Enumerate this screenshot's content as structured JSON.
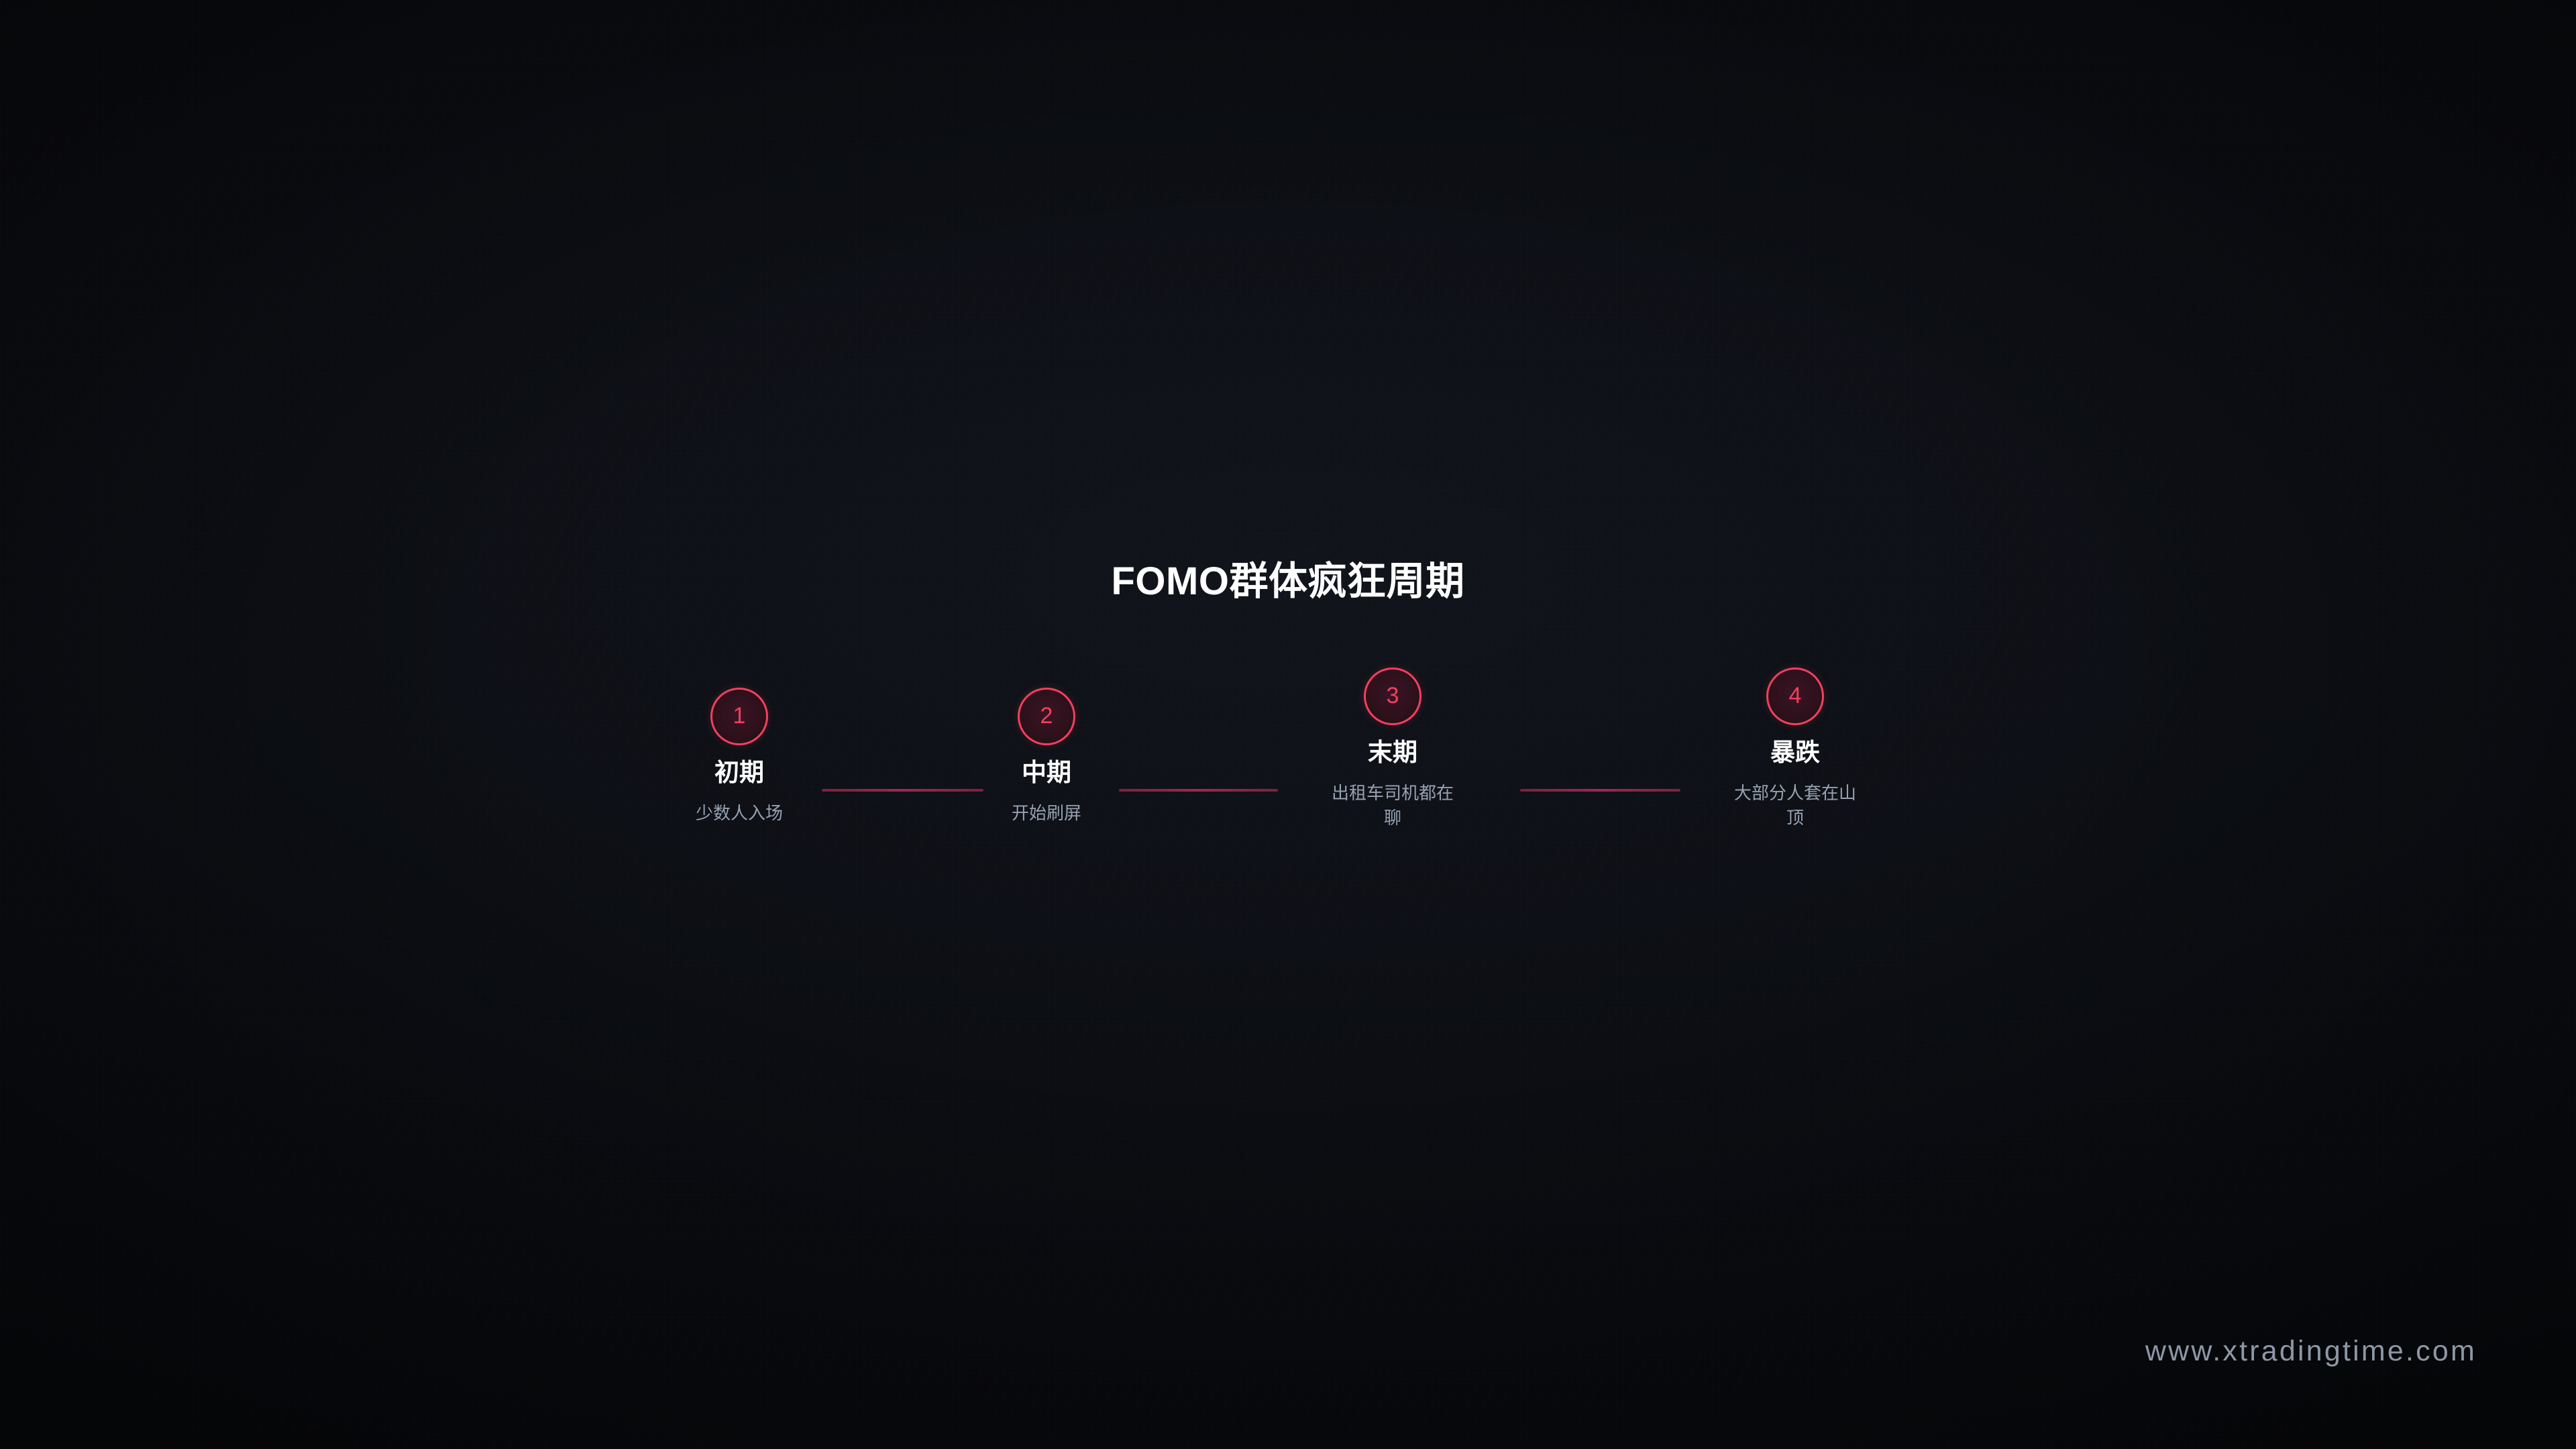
{
  "page": {
    "background_color": "#0a0c10",
    "accent_color": "#f43f5e",
    "connector_color": "#9c2950",
    "title_color": "#ffffff",
    "description_color": "#96a1b2",
    "watermark_color": "#8d97a6"
  },
  "header": {
    "title": "FOMO群体疯狂周期"
  },
  "timeline": {
    "steps": [
      {
        "number": "1",
        "title": "初期",
        "description": "少数人入场"
      },
      {
        "number": "2",
        "title": "中期",
        "description": "开始刷屏"
      },
      {
        "number": "3",
        "title": "末期",
        "description": "出租车司机都在聊"
      },
      {
        "number": "4",
        "title": "暴跌",
        "description": "大部分人套在山顶"
      }
    ]
  },
  "footer": {
    "watermark": "www.xtradingtime.com"
  }
}
